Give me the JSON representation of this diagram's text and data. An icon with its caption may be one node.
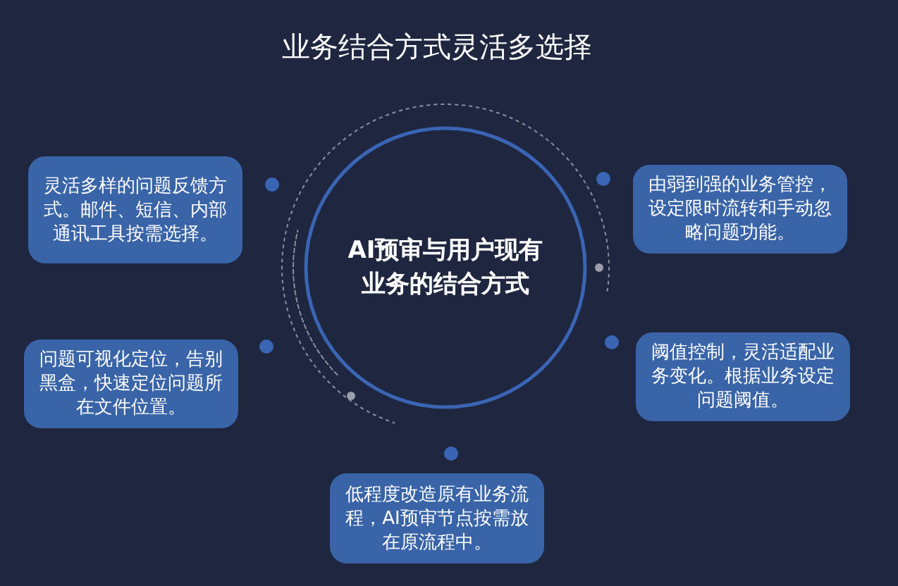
{
  "diagram": {
    "title": "业务结合方式灵活多选择",
    "nodes": [
      {
        "text": [
          "AI预审与用户现有业务的结合方式"
        ]
      },
      {
        "text": [
          "灵活多样的问题反馈方式。邮件、短信、内部通讯工具按需选择。"
        ]
      },
      {
        "text": [
          "由弱到强的业务管控，设定限时流转和手动忽略问题功能。"
        ]
      },
      {
        "text": [
          "问题可视化定位，告别黑盒，快速定位问题所在文件位置。"
        ]
      },
      {
        "text": [
          "阈值控制，灵活适配业务变化。根据业务设定问题阈值。"
        ]
      },
      {
        "text": [
          "低程度改造原有业务流程，AI预审节点按需放在原流程中。"
        ]
      }
    ]
  }
}
